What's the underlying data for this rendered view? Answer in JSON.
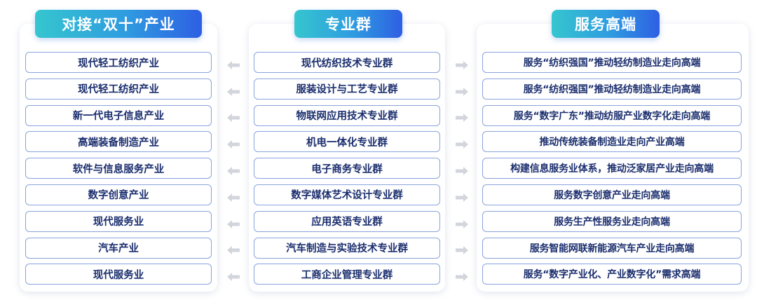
{
  "headers": {
    "left": "对接“双十”产业",
    "middle": "专业群",
    "right": "服务高端"
  },
  "industries": [
    "现代轻工纺织产业",
    "现代轻工纺织产业",
    "新一代电子信息产业",
    "高端装备制造产业",
    "软件与信息服务产业",
    "数字创意产业",
    "现代服务业",
    "汽车产业",
    "现代服务业"
  ],
  "specialty_groups": [
    "现代纺织技术专业群",
    "服装设计与工艺专业群",
    "物联网应用技术专业群",
    "机电一体化专业群",
    "电子商务专业群",
    "数字媒体艺术设计专业群",
    "应用英语专业群",
    "汽车制造与实验技术专业群",
    "工商企业管理专业群"
  ],
  "services": [
    "服务“纺织强国”推动轻纺制造业走向高端",
    "服务“纺织强国”推动轻纺制造业走向高端",
    "服务“数字广东”推动纺服产业数字化走向高端",
    "推动传统装备制造业走向产业高端",
    "构建信息服务业体系，推动泛家居产业走向高端",
    "服务数字创意产业走向高端",
    "服务生产性服务业走向高端",
    "服务智能网联新能源汽车产业走向高端",
    "服务“数字产业化、产业数字化”需求高端"
  ],
  "colors": {
    "item_border": "#8aa3dc",
    "item_text": "#1b2e6e",
    "header_gradient_start": "#35c6cf",
    "header_gradient_end": "#2e5fe3",
    "arrow": "#d2d6dc"
  }
}
